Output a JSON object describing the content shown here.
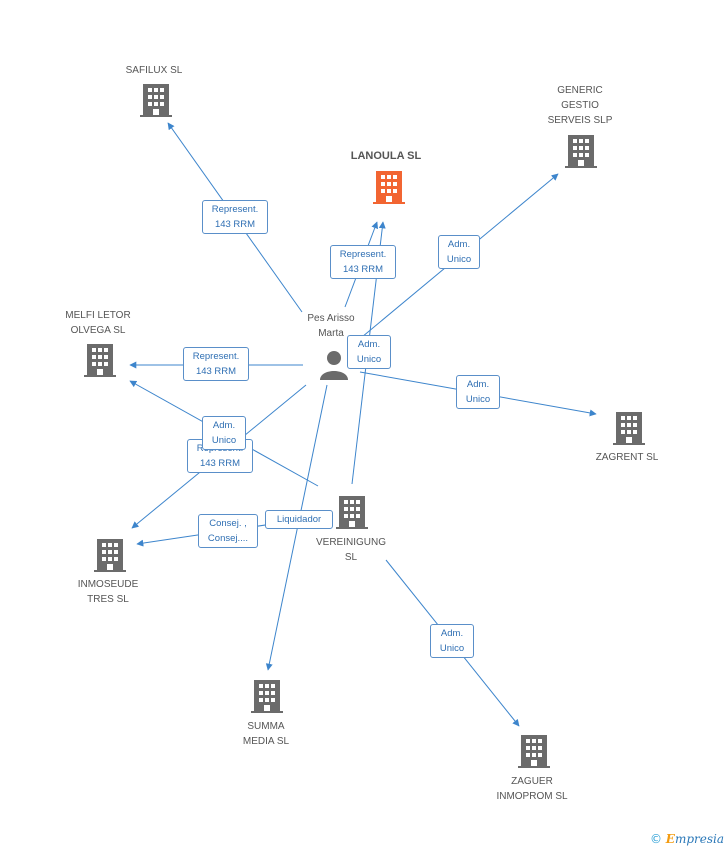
{
  "colors": {
    "edge": "#3d85cc",
    "building": "#6b6b6b",
    "highlight": "#f26532",
    "person": "#6b6b6b"
  },
  "person": {
    "name": "Pes Arisso\nMarta"
  },
  "nodes": [
    {
      "id": "lanoula",
      "label": "LANOULA SL",
      "highlight": true
    },
    {
      "id": "safilux",
      "label": "SAFILUX SL"
    },
    {
      "id": "generic",
      "label": "GENERIC\nGESTIO\nSERVEIS  SLP"
    },
    {
      "id": "melfi",
      "label": "MELFI LETOR\nOLVEGA SL"
    },
    {
      "id": "zagrent",
      "label": "ZAGRENT SL"
    },
    {
      "id": "vereinigung",
      "label": "VEREINIGUNG\nSL"
    },
    {
      "id": "inmoseude",
      "label": "INMOSEUDE\nTRES SL"
    },
    {
      "id": "summa",
      "label": "SUMMA\nMEDIA SL"
    },
    {
      "id": "zaguer",
      "label": "ZAGUER\nINMOPROM SL"
    }
  ],
  "edge_labels": [
    {
      "id": "e-safilux",
      "text": "Represent.\n143 RRM"
    },
    {
      "id": "e-lanoula-rep",
      "text": "Represent.\n143 RRM"
    },
    {
      "id": "e-generic",
      "text": "Adm.\nUnico"
    },
    {
      "id": "e-lanoula-adm",
      "text": "Adm.\nUnico"
    },
    {
      "id": "e-melfi",
      "text": "Represent.\n143 RRM"
    },
    {
      "id": "e-zagrent",
      "text": "Adm.\nUnico"
    },
    {
      "id": "e-inmoseude-rep",
      "text": "Represent.\n143 RRM"
    },
    {
      "id": "e-melfi-adm",
      "text": "Adm.\nUnico"
    },
    {
      "id": "e-inmoseude-consej",
      "text": "Consej. ,\nConsej...."
    },
    {
      "id": "e-vereinigung",
      "text": "Liquidador"
    },
    {
      "id": "e-zaguer",
      "text": "Adm.\nUnico"
    }
  ],
  "credit": {
    "symbol": "©",
    "brand_initial": "E",
    "brand_rest": "mpresia"
  }
}
